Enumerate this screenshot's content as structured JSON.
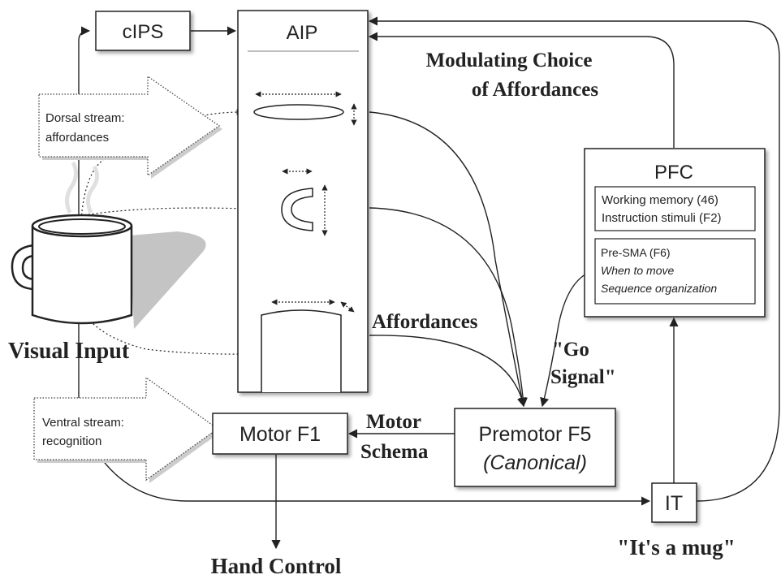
{
  "boxes": {
    "cips": "cIPS",
    "aip": "AIP",
    "pfc": "PFC",
    "working_memory": "Working memory (46)",
    "instruction_stimuli": "Instruction stimuli (F2)",
    "presma": "Pre-SMA (F6)",
    "when_to_move": "When to move",
    "sequence_org": "Sequence  organization",
    "premotor": "Premotor F5",
    "canonical": "(Canonical)",
    "motor_f1": "Motor F1",
    "it": "IT"
  },
  "streams": {
    "dorsal_line1": "Dorsal stream:",
    "dorsal_line2": "affordances",
    "ventral_line1": "Ventral stream:",
    "ventral_line2": "recognition"
  },
  "labels": {
    "modulating_line1": "Modulating Choice",
    "modulating_line2": "of Affordances",
    "affordances": "Affordances",
    "go_line1": "\"Go",
    "go_line2": "Signal\"",
    "motor_schema_line1": "Motor",
    "motor_schema_line2": "Schema",
    "visual_input": "Visual Input",
    "hand_control": "Hand Control",
    "its_a_mug": "\"It's a mug\""
  },
  "colors": {
    "box_stroke": "#222222",
    "arrow_stroke": "#222222",
    "shadow": "#cfcfcf",
    "mug_shadow": "#c4c4c4"
  }
}
